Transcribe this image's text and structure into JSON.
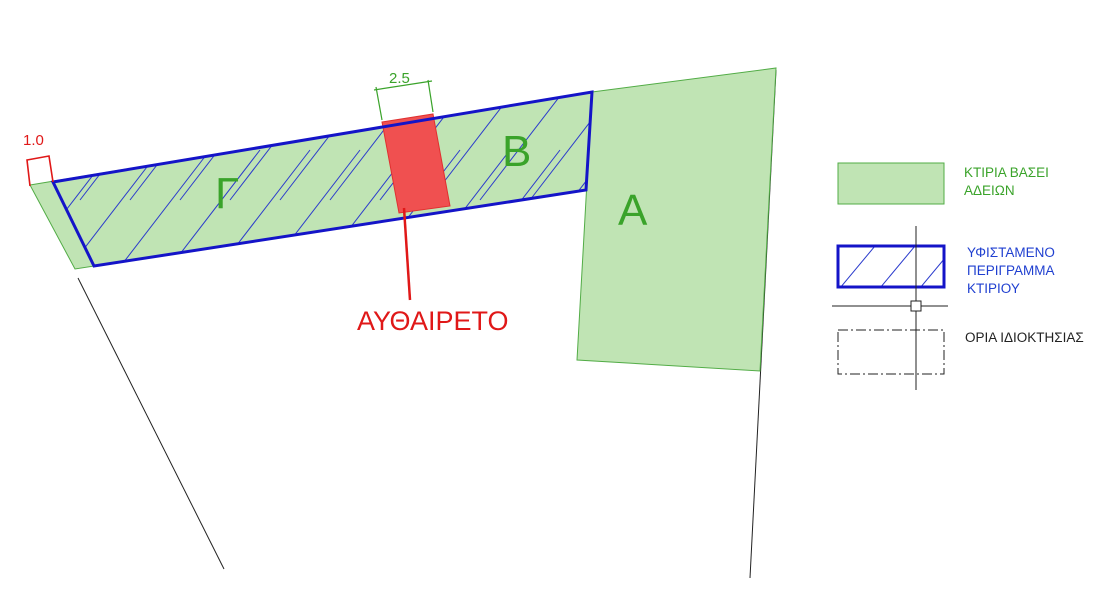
{
  "labels": {
    "building_a": "Α",
    "building_b": "Β",
    "building_g": "Γ",
    "illegal": "ΑΥΘΑΙΡΕΤΟ"
  },
  "dimensions": {
    "offset": "1.0",
    "illegal_width": "2.5"
  },
  "legend": {
    "licensed": [
      "ΚΤΙΡΙΑ ΒΑΣΕΙ",
      "ΑΔΕΙΩΝ"
    ],
    "existing": [
      "ΥΦΙΣΤΑΜΕΝΟ",
      "ΠΕΡΙΓΡΑΜΜΑ",
      "ΚΤΙΡΙΟΥ"
    ],
    "boundaries": "ΟΡΙΑ ΙΔΙΟΚΤΗΣΙΑΣ"
  },
  "colors": {
    "licensed_fill": "#c0e4b4",
    "licensed_stroke": "#52ac46",
    "outline_blue": "#1414c8",
    "illegal_red": "#f05050",
    "label_green": "#3aa32a",
    "label_red": "#e01818",
    "legend_blue_text": "#1f3fd0"
  }
}
